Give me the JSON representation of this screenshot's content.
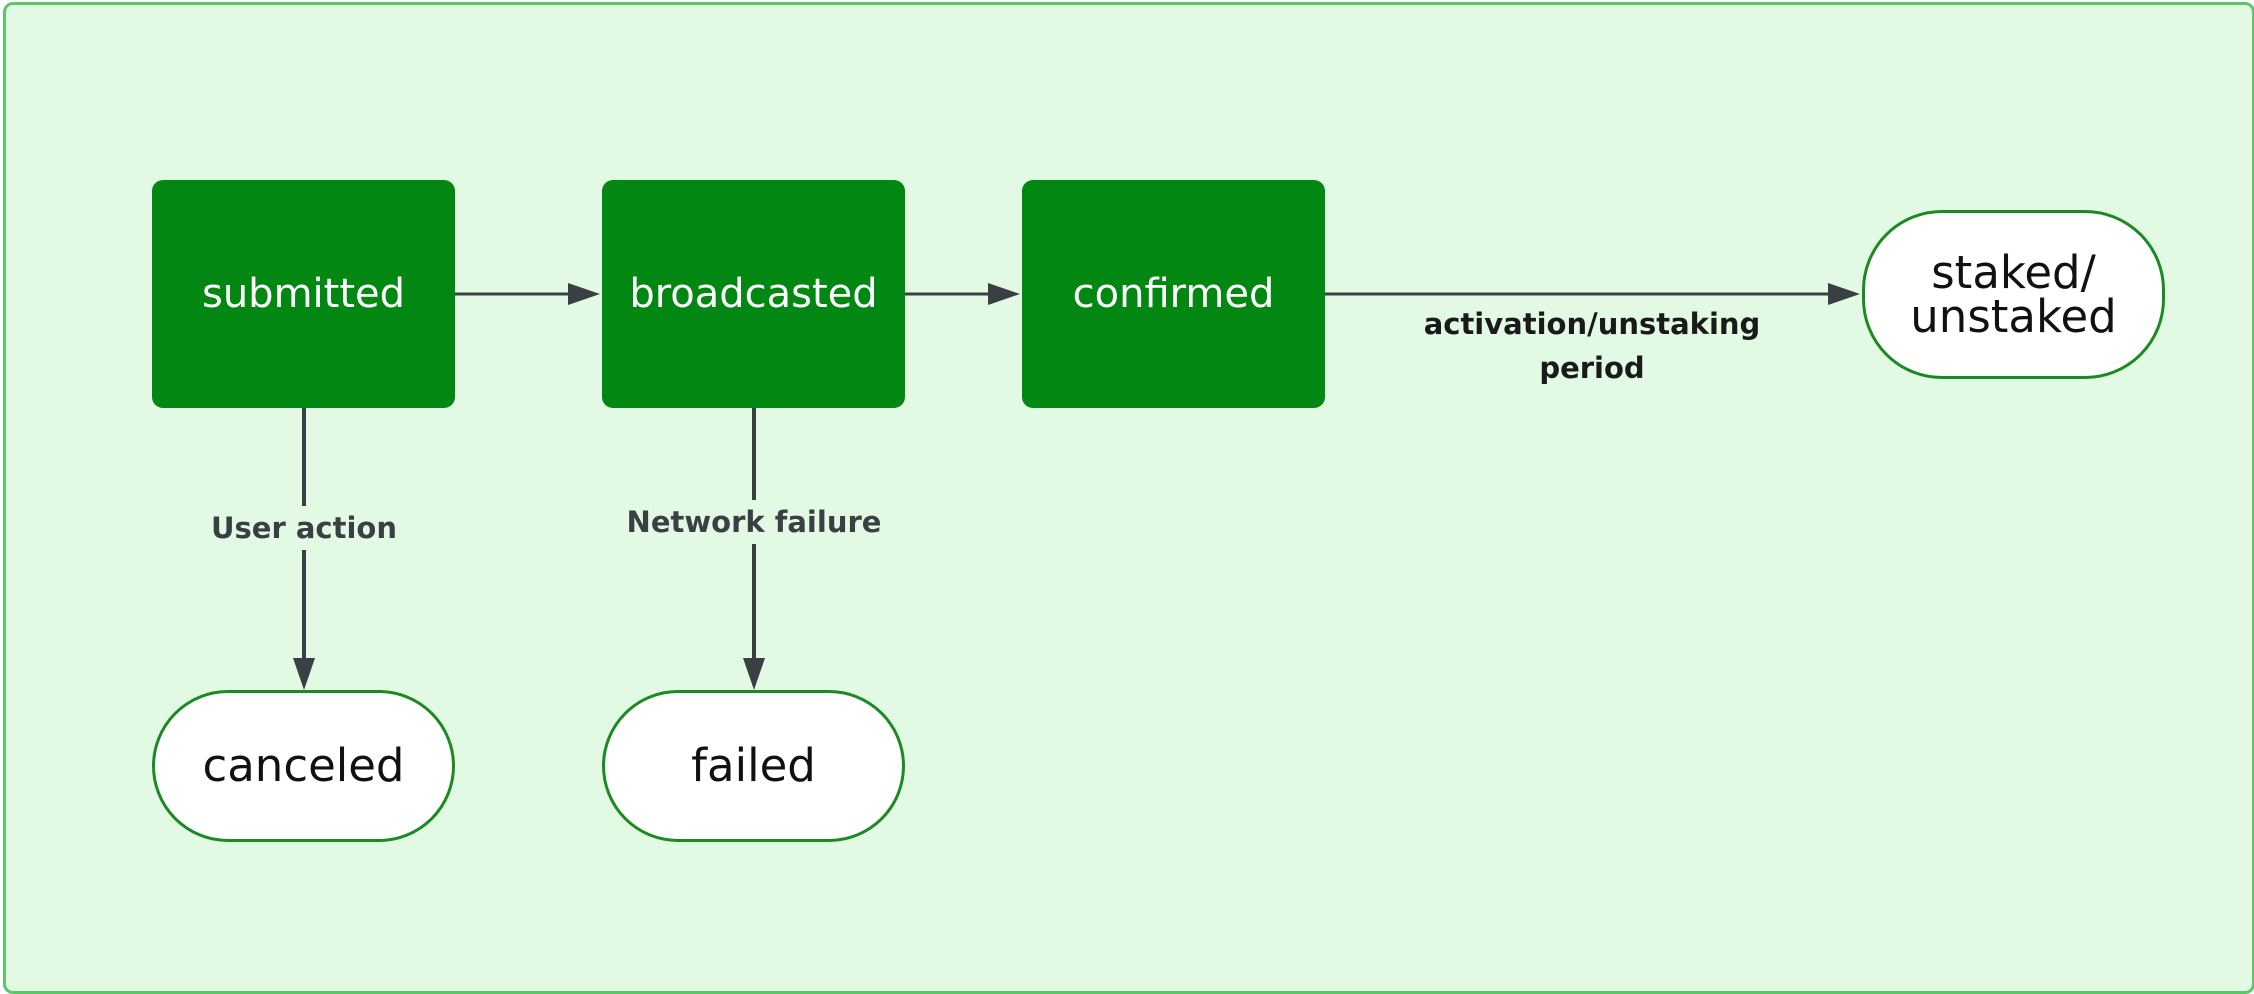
{
  "diagram": {
    "colors": {
      "background": "#e2f9e3",
      "frame_border": "#5cc76a",
      "process_fill": "#028712",
      "terminal_border": "#1a8a22",
      "edge_color": "#3a3f44"
    },
    "states": {
      "submitted": "submitted",
      "broadcasted": "broadcasted",
      "confirmed": "confirmed",
      "staked_line1": "staked/",
      "staked_line2": "unstaked",
      "canceled": "canceled",
      "failed": "failed"
    },
    "edges": {
      "user_action": "User action",
      "network_failure": "Network failure",
      "activation_line1": "activation/unstaking",
      "activation_line2": "period"
    }
  }
}
